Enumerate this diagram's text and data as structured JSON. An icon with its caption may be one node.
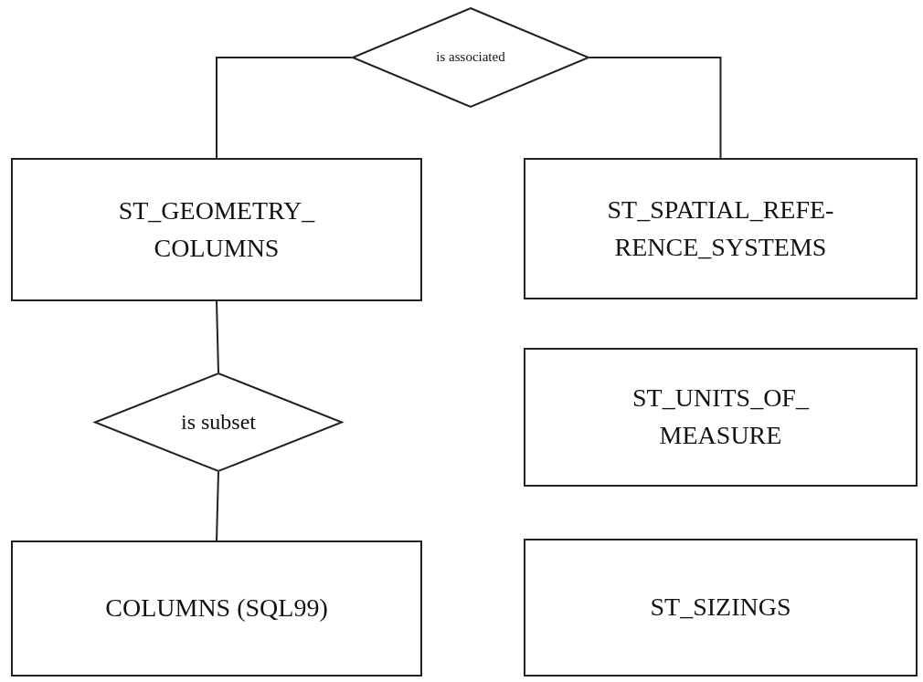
{
  "diagram": {
    "nodes": [
      {
        "text": [
          "is associated"
        ]
      },
      {
        "text": [
          "ST_GEOMETRY_ COLUMNS"
        ]
      },
      {
        "text": [
          "ST_SPATIAL_REFE- RENCE_SYSTEMS"
        ]
      },
      {
        "text": [
          "is subset"
        ]
      },
      {
        "text": [
          "ST_UNITS_OF_ MEASURE"
        ]
      },
      {
        "text": [
          "COLUMNS (SQL99)"
        ]
      },
      {
        "text": [
          "ST_SIZINGS"
        ]
      }
    ],
    "edges": [
      {
        "from": 0,
        "to": 1,
        "arrow": "none"
      },
      {
        "from": 0,
        "to": 2,
        "arrow": "none"
      },
      {
        "from": 1,
        "to": 3,
        "arrow": "none"
      },
      {
        "from": 3,
        "to": 5,
        "arrow": "none"
      }
    ]
  }
}
